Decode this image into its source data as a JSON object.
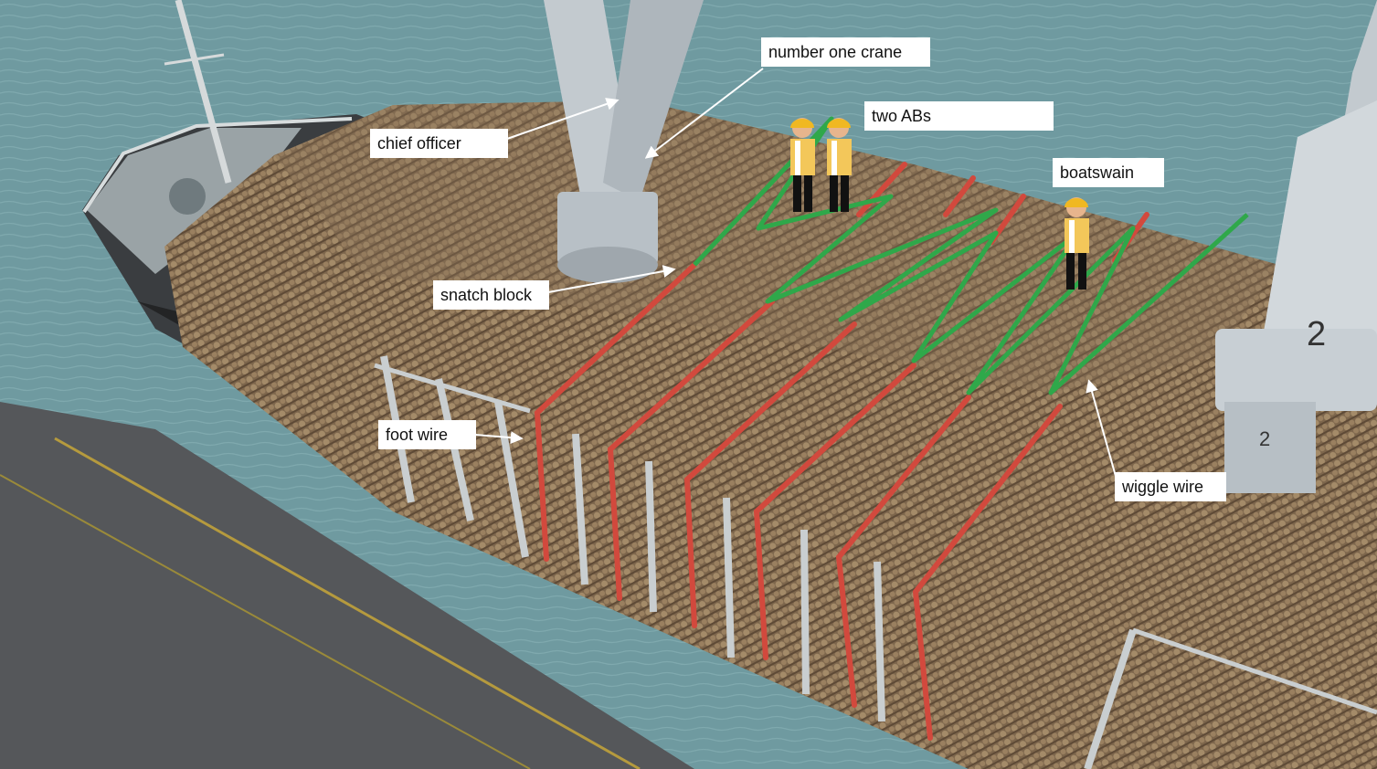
{
  "annotations": {
    "number_one_crane": "number one crane",
    "two_abs": "two ABs",
    "chief_officer": "chief officer",
    "boatswain": "boatswain",
    "snatch_block": "snatch block",
    "foot_wire": "foot wire",
    "wiggle_wire": "wiggle wire"
  },
  "crane_number": "2",
  "colors": {
    "water": "#6f9aa0",
    "logs": "#8a7458",
    "hull": "#2b2b2b",
    "wharf": "#55575a",
    "crane": "#c9d0d6",
    "lashing_red": "#d2493d",
    "wiggle_green": "#2fa84a",
    "arrow": "#ffffff"
  }
}
